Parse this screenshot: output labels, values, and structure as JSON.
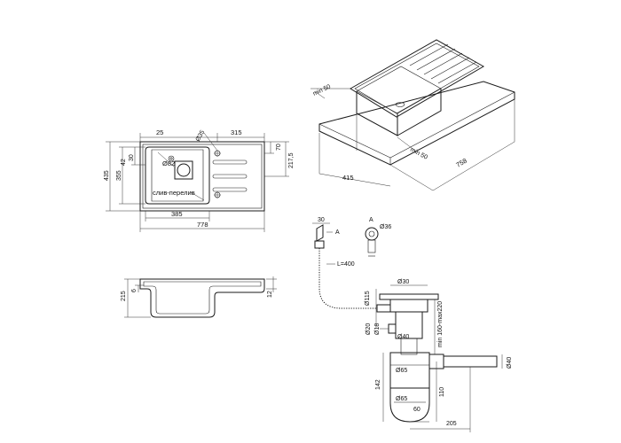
{
  "top_view": {
    "d25": "25",
    "d315": "315",
    "d35": "Ø35",
    "d70": "70",
    "d2175": "217,5",
    "d30": "30",
    "d42": "42",
    "d355": "355",
    "d435": "435",
    "d82": "Ø82",
    "overflow_label": "слив-перелив",
    "d385": "385",
    "d778": "778"
  },
  "side_view": {
    "d215": "215",
    "d6": "6",
    "d12": "12"
  },
  "iso_view": {
    "min50a": "min 50",
    "min50b": "min 50",
    "d415": "415",
    "d758": "758"
  },
  "siphon": {
    "d30": "30",
    "markA1": "A",
    "markA2": "A",
    "d36": "Ø36",
    "L": "L=400",
    "d115": "Ø115",
    "d30b": "Ø30",
    "range": "min 160-max220",
    "d20": "Ø20",
    "d18": "Ø18",
    "d40": "Ø40",
    "d40b": "Ø40",
    "d65a": "Ø65",
    "d142": "142",
    "d65b": "Ø65",
    "d60": "60",
    "d110": "110",
    "d205": "205"
  }
}
